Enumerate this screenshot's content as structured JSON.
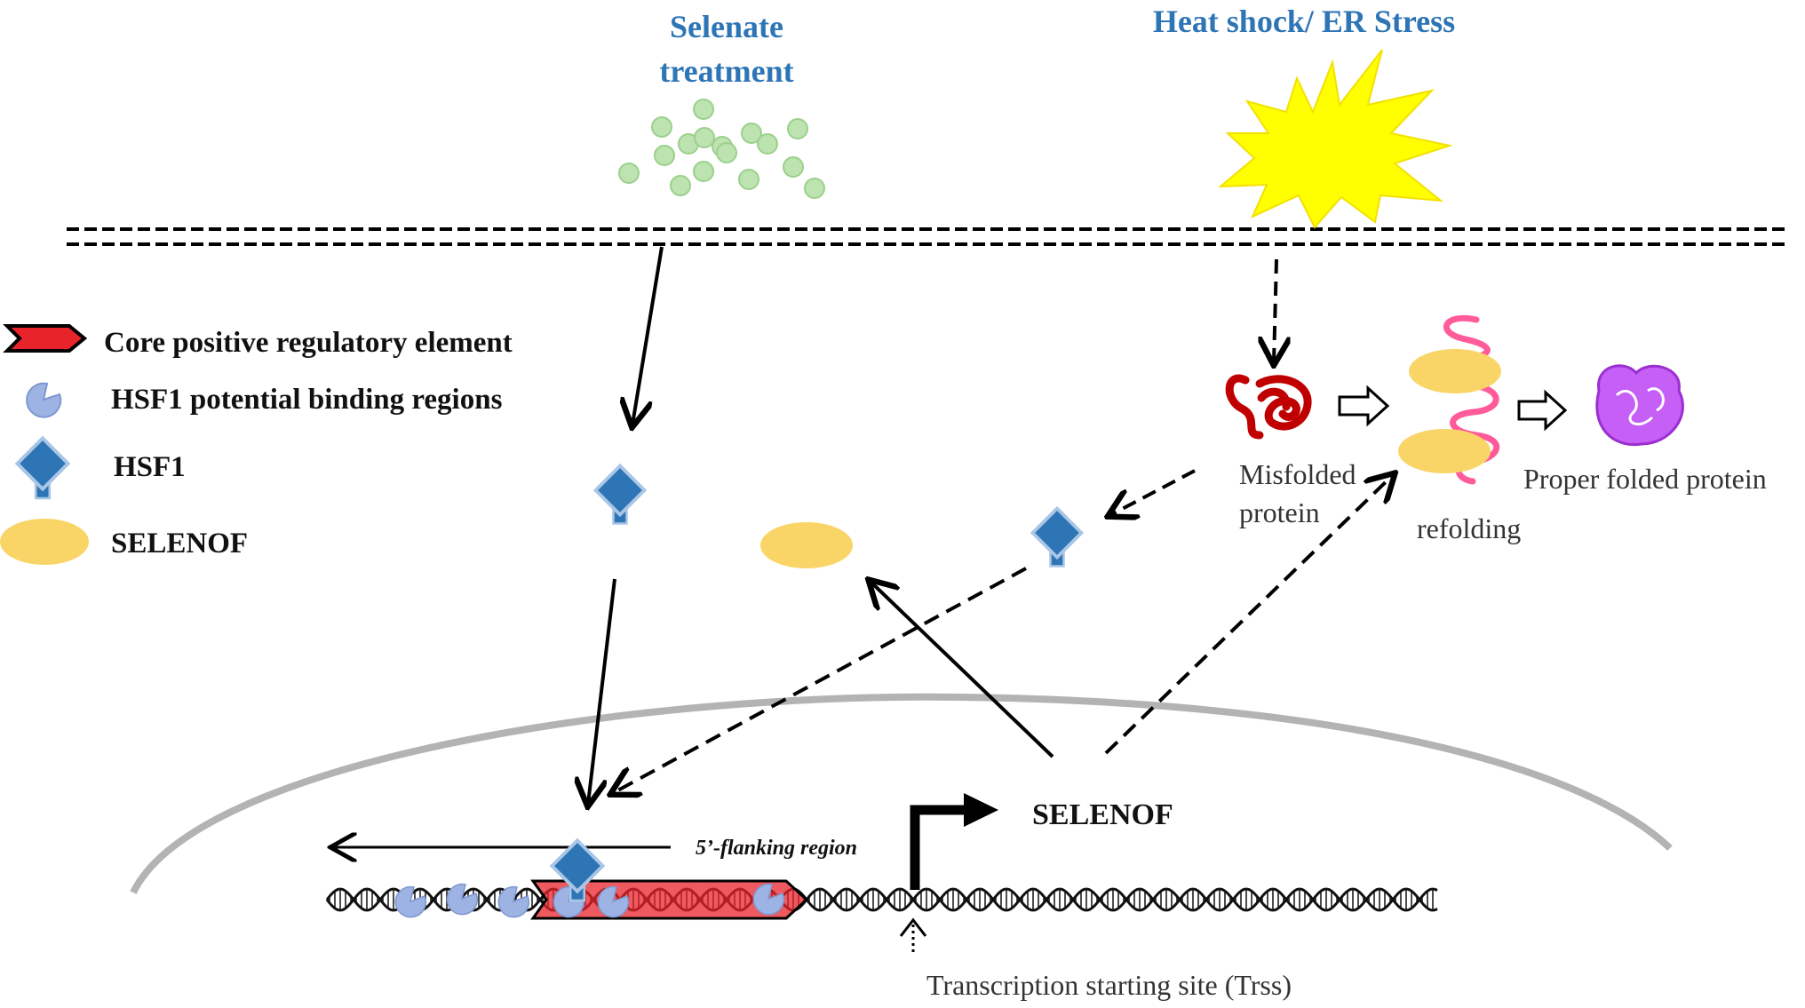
{
  "labels": {
    "selenate_line1": "Selenate",
    "selenate_line2": "treatment",
    "stress": "Heat shock/ ER Stress",
    "misfolded_line1": "Misfolded",
    "misfolded_line2": "protein",
    "refolding": "refolding",
    "proper": "Proper folded protein",
    "selenof_gene": "SELENOF",
    "flanking": "5’-flanking region",
    "trss": "Transcription starting site (Trss)"
  },
  "legend": {
    "core": "Core positive regulatory element",
    "binding": "HSF1 potential binding regions",
    "hsf1": "HSF1",
    "selenof": "SELENOF"
  },
  "colors": {
    "title_blue": "#2e75b6",
    "hsf1_blue": "#2e75b6",
    "selenof_yellow": "#f9d568",
    "core_red": "#e8232a",
    "binding_lavender": "#9db3e3",
    "misfolded_red": "#c00000",
    "refold_pink": "#ff5b9a",
    "proper_purple": "#c55ff5",
    "selenate_green": "#bde3b0",
    "sun_yellow": "#ffff00"
  }
}
